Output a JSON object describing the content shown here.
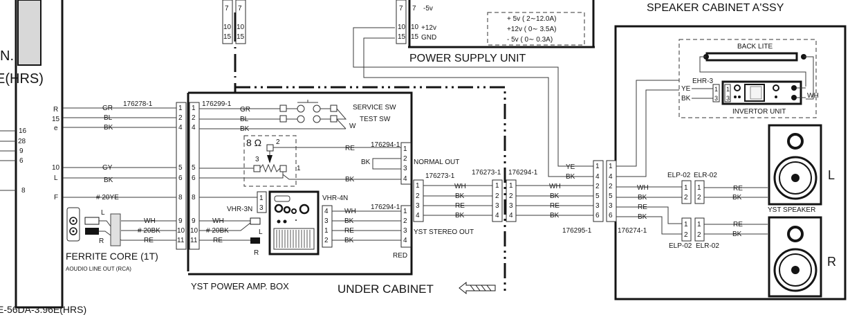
{
  "diagram": {
    "titles": {
      "speaker_cabinet": "SPEAKER CABINET A'SSY",
      "power_supply": "POWER SUPPLY UNIT",
      "power_amp_box": "YST POWER AMP. BOX",
      "under_cabinet": "UNDER CABINET",
      "ferrite_core": "FERRITE CORE (1T)",
      "audio_line_out": "AOUDIO LINE OUT (RCA)",
      "bottom_left_connector": "E-56DA-3.96E(HRS)",
      "top_left_n": "N.",
      "top_left_hrs": "E(HRS)"
    },
    "power_supply": {
      "connector_pins": [
        "7",
        "10",
        "15"
      ],
      "pin_labels": [
        "-5v",
        "+12v",
        "GND"
      ],
      "specs": [
        "+ 5v (  2∼12.0A)",
        "+12v (  0∼  3.5A)",
        "-  5v (  0∼  0.3A)"
      ]
    },
    "left_connector_pins": [
      "7",
      "10",
      "15"
    ],
    "main_board_pins": [
      "16",
      "28",
      "9",
      "6",
      "8"
    ],
    "main_board_side_labels": [
      "R",
      "15",
      "e",
      "10",
      "L",
      "F"
    ],
    "harness_176278": {
      "part": "176278-1",
      "wires": [
        {
          "color": "GR",
          "pin": "1"
        },
        {
          "color": "BL",
          "pin": "2"
        },
        {
          "color": "BK",
          "pin": "4"
        },
        {
          "color": "GY",
          "pin": "5"
        },
        {
          "color": "BK",
          "pin": "6"
        },
        {
          "color": "# 20YE",
          "pin": "8"
        },
        {
          "color": "WH",
          "pin": "9"
        },
        {
          "color": "# 20BK",
          "pin": "10"
        },
        {
          "color": "RE",
          "pin": "11"
        }
      ],
      "rca_labels": [
        "L",
        "R"
      ]
    },
    "amp_box": {
      "connector_part": "176299-1",
      "pins": [
        "1",
        "2",
        "4",
        "5",
        "6",
        "8",
        "9",
        "10",
        "11"
      ],
      "switch_wires": [
        "GR",
        "BL",
        "BK"
      ],
      "service_sw": "SERVICE SW",
      "test_sw": "TEST SW",
      "w_label": "W",
      "volume": {
        "label": "8 Ω",
        "pins": [
          "2",
          "3",
          "1"
        ]
      },
      "vol_wires": [
        "RE",
        "BK"
      ],
      "normal_out": {
        "part": "176294-1",
        "label": "NORMAL OUT",
        "pins": [
          "1",
          "2",
          "3",
          "4"
        ],
        "bk_jumper": "BK"
      },
      "vhr3n": {
        "label": "VHR-3N",
        "pins": [
          "1",
          "3"
        ]
      },
      "amp_in_wires": [
        "WH",
        "# 20BK",
        "RE"
      ],
      "amp_in_lr": [
        "L",
        "R"
      ],
      "vhr4n": {
        "label": "VHR-4N",
        "pins": [
          "4",
          "3",
          "1",
          "2"
        ]
      },
      "stereo_wires": [
        "WH",
        "BK",
        "RE",
        "BK"
      ],
      "stereo_out": {
        "part": "176294-1",
        "label": "YST STEREO OUT",
        "pins": [
          "1",
          "2",
          "3",
          "4"
        ],
        "red": "RED"
      }
    },
    "stereo_harness": {
      "left_part": "176273-1",
      "mid_part_a": "176273-1",
      "mid_part_b": "176294-1",
      "pins": [
        "1",
        "2",
        "3",
        "4"
      ],
      "wires": [
        "WH",
        "BK",
        "RE",
        "BK"
      ],
      "wires2": [
        "WH",
        "BK",
        "RE",
        "BK"
      ]
    },
    "speaker_connector": {
      "part_a": "176295-1",
      "part_b": "176274-1",
      "pins": [
        "1",
        "4",
        "2",
        "5",
        "3",
        "6"
      ],
      "in_wires": [
        "YE",
        "BK"
      ],
      "out_wires": [
        "WH",
        "BK",
        "RE",
        "BK"
      ]
    },
    "invertor": {
      "back_lite": "BACK LITE",
      "ehr": "EHR-3",
      "wires": [
        "YE",
        "BK"
      ],
      "pins": [
        "1",
        "3"
      ],
      "wh": "WH",
      "label": "INVERTOR UNIT"
    },
    "speakers": {
      "elp": "ELP-02",
      "elr": "ELR-02",
      "pins": [
        "1",
        "2"
      ],
      "wires": [
        "RE",
        "BK"
      ],
      "label": "YST SPEAKER",
      "left": "L",
      "right": "R"
    }
  }
}
